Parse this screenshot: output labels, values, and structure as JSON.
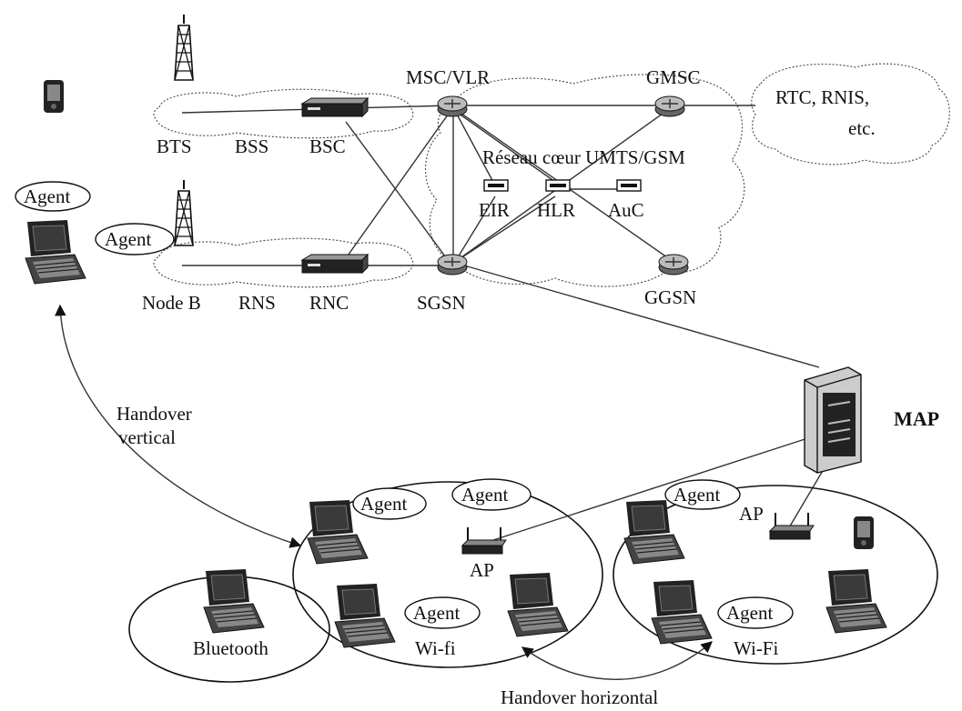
{
  "nodes": {
    "bts": "BTS",
    "bss": "BSS",
    "bsc": "BSC",
    "msc_vlr": "MSC/VLR",
    "gmsc": "GMSC",
    "pstn": [
      "RTC, RNIS,",
      "etc."
    ],
    "core": "Réseau cœur UMTS/GSM",
    "eir": "EIR",
    "hlr": "HLR",
    "auc": "AuC",
    "node_b": "Node B",
    "rns": "RNS",
    "rnc": "RNC",
    "sgsn": "SGSN",
    "ggsn": "GGSN",
    "map": "MAP",
    "ap": "AP"
  },
  "labels": {
    "agent": "Agent",
    "handover_vertical": [
      "Handover",
      "vertical"
    ],
    "handover_horizontal": "Handover horizontal",
    "bluetooth": "Bluetooth",
    "wifi_1": "Wi-fi",
    "wifi_2": "Wi-Fi"
  },
  "icons": [
    "antenna-tower-icon",
    "pda-icon",
    "laptop-icon",
    "router-icon",
    "switch-icon",
    "server-icon",
    "access-point-icon"
  ]
}
